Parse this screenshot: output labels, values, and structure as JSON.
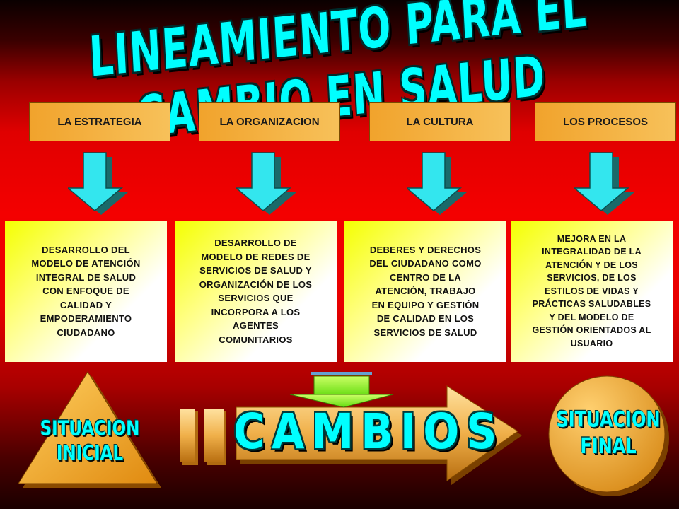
{
  "title": "LINEAMIENTO PARA EL CAMBIO EN SALUD",
  "columns": [
    {
      "header": "LA ESTRATEGIA",
      "lines": [
        "DESARROLLO DEL",
        "MODELO DE ATENCIÓN",
        "INTEGRAL DE SALUD",
        "CON ENFOQUE DE",
        "CALIDAD Y",
        "EMPODERAMIENTO",
        "CIUDADANO"
      ]
    },
    {
      "header": "LA ORGANIZACION",
      "lines": [
        "DESARROLLO DE",
        "MODELO DE REDES DE",
        "SERVICIOS DE SALUD Y",
        "ORGANIZACIÓN DE LOS",
        "SERVICIOS QUE",
        "INCORPORA A LOS",
        "AGENTES",
        "COMUNITARIOS"
      ]
    },
    {
      "header": "LA CULTURA",
      "lines": [
        "DEBERES Y DERECHOS",
        "DEL CIUDADANO COMO",
        "CENTRO DE LA",
        "ATENCIÓN, TRABAJO",
        "EN EQUIPO Y GESTIÓN",
        "DE CALIDAD EN LOS",
        "SERVICIOS DE SALUD"
      ]
    },
    {
      "header": "LOS PROCESOS",
      "lines": [
        "MEJORA EN LA",
        "INTEGRALIDAD DE LA",
        "ATENCIÓN Y DE LOS",
        "SERVICIOS, DE LOS",
        "ESTILOS DE VIDAS Y",
        "PRÁCTICAS SALUDABLES",
        "Y DEL MODELO DE",
        "GESTIÓN ORIENTADOS AL",
        "USUARIO"
      ]
    }
  ],
  "bottom": {
    "initial": [
      "SITUACION",
      "INICIAL"
    ],
    "change": "CAMBIOS",
    "final": [
      "SITUACION",
      "FINAL"
    ]
  },
  "colors": {
    "title": "#00ffff",
    "header_box": "#f4b040",
    "down_arrow": "#33e6ee",
    "triangle": "#f0a020",
    "change_arrow": "#f0b85a",
    "small_arrow": "#99ff33"
  }
}
